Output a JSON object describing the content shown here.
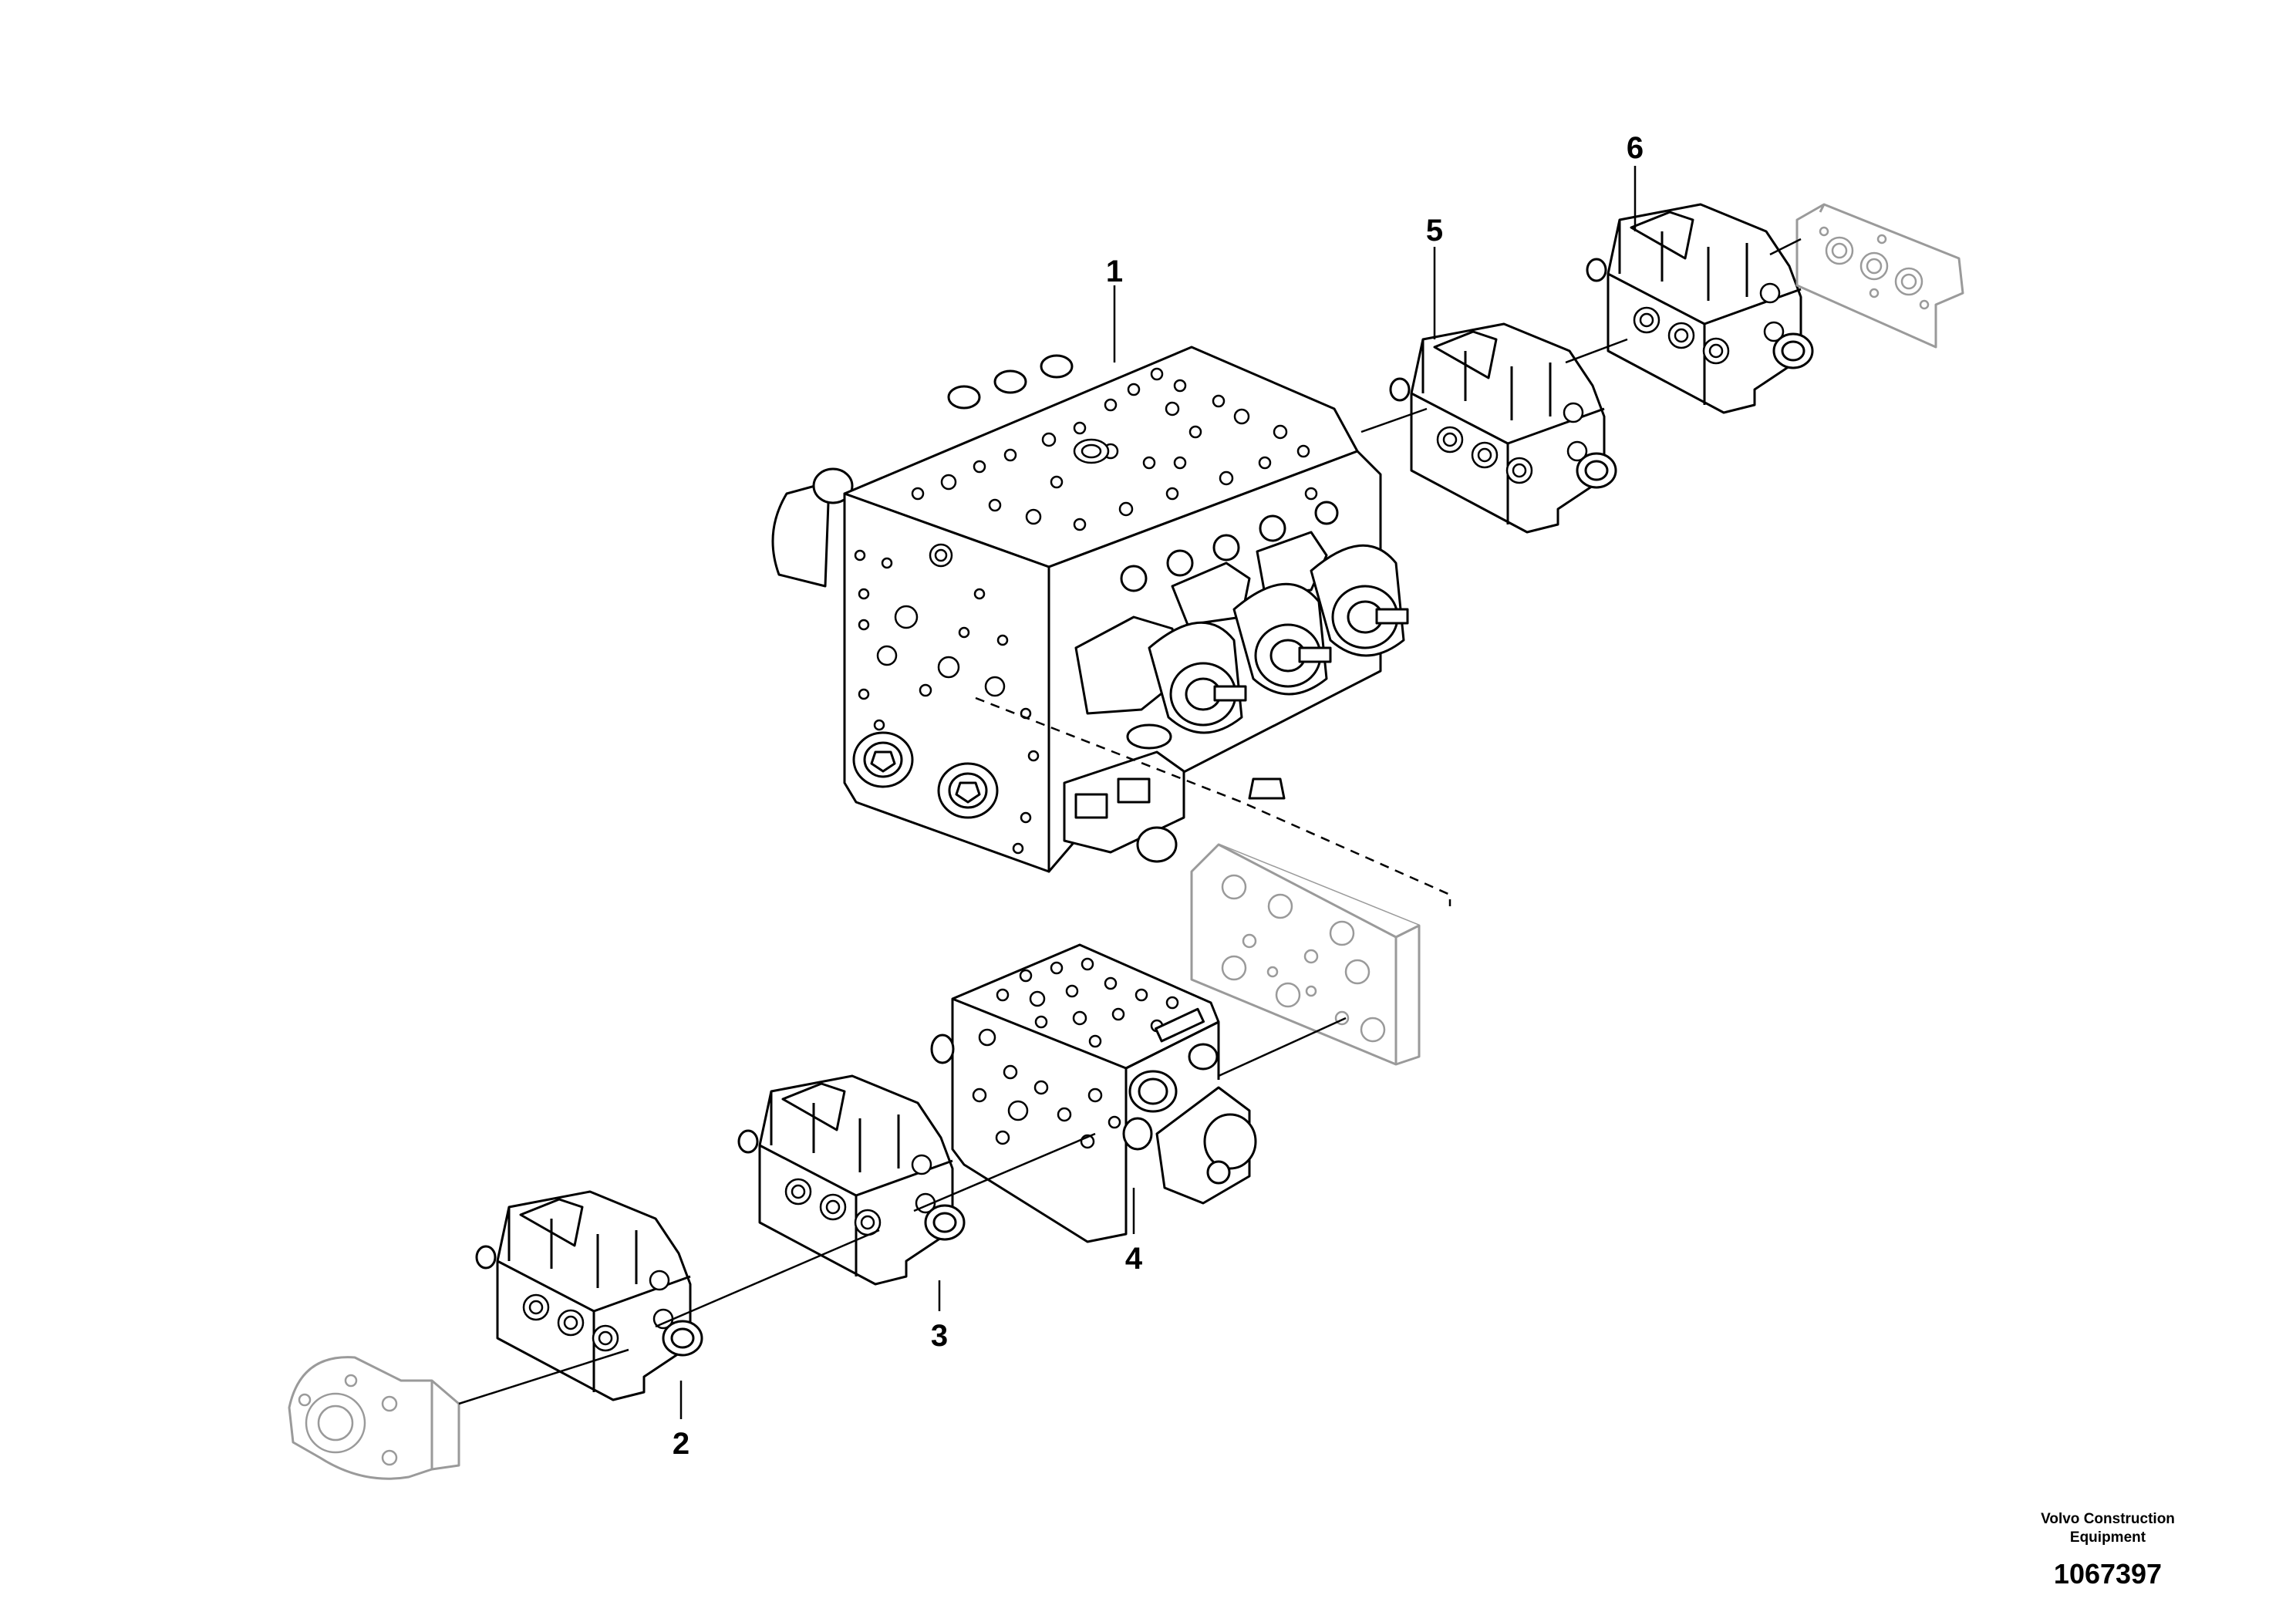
{
  "diagram": {
    "callouts": [
      {
        "id": "1",
        "label": "1"
      },
      {
        "id": "2",
        "label": "2"
      },
      {
        "id": "3",
        "label": "3"
      },
      {
        "id": "4",
        "label": "4"
      },
      {
        "id": "5",
        "label": "5"
      },
      {
        "id": "6",
        "label": "6"
      }
    ]
  },
  "footer": {
    "brand": "Volvo Construction Equipment",
    "brand_line1": "Volvo Construction",
    "brand_line2": "Equipment",
    "drawing_number": "1067397"
  },
  "colors": {
    "line": "#000000",
    "ghost": "#9a9a9a"
  }
}
